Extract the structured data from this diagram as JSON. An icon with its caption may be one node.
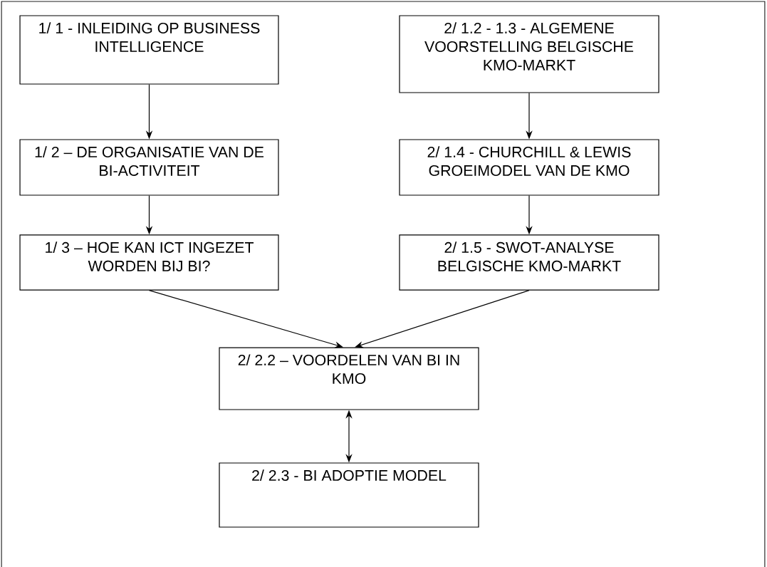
{
  "diagram": {
    "nodes": [
      {
        "text": [
          "1/ 1 - INLEIDING OP BUSINESS INTELLIGENCE"
        ]
      },
      {
        "text": [
          "2/ 1.2 - 1.3 - ALGEMENE VOORSTELLING BELGISCHE KMO-MARKT"
        ]
      },
      {
        "text": [
          "1/ 2 – DE ORGANISATIE VAN DE BI-ACTIVITEIT"
        ]
      },
      {
        "text": [
          "2/ 1.4 - CHURCHILL & LEWIS GROEIMODEL VAN DE KMO"
        ]
      },
      {
        "text": [
          "1/ 3 – HOE KAN ICT INGEZET WORDEN BIJ BI?"
        ]
      },
      {
        "text": [
          "2/ 1.5 - SWOT-ANALYSE BELGISCHE KMO-MARKT"
        ]
      },
      {
        "text": [
          "2/ 2.2 – VOORDELEN VAN BI IN KMO"
        ]
      },
      {
        "text": [
          "2/ 2.3 - BI ADOPTIE MODEL"
        ]
      }
    ],
    "edges": [
      {
        "from": 0,
        "to": 2,
        "arrow": "to"
      },
      {
        "from": 1,
        "to": 3,
        "arrow": "to"
      },
      {
        "from": 2,
        "to": 4,
        "arrow": "to"
      },
      {
        "from": 3,
        "to": 5,
        "arrow": "to"
      },
      {
        "from": 4,
        "to": 6,
        "arrow": "to"
      },
      {
        "from": 5,
        "to": 6,
        "arrow": "to"
      },
      {
        "from": 6,
        "to": 7,
        "arrow": "both"
      }
    ]
  }
}
